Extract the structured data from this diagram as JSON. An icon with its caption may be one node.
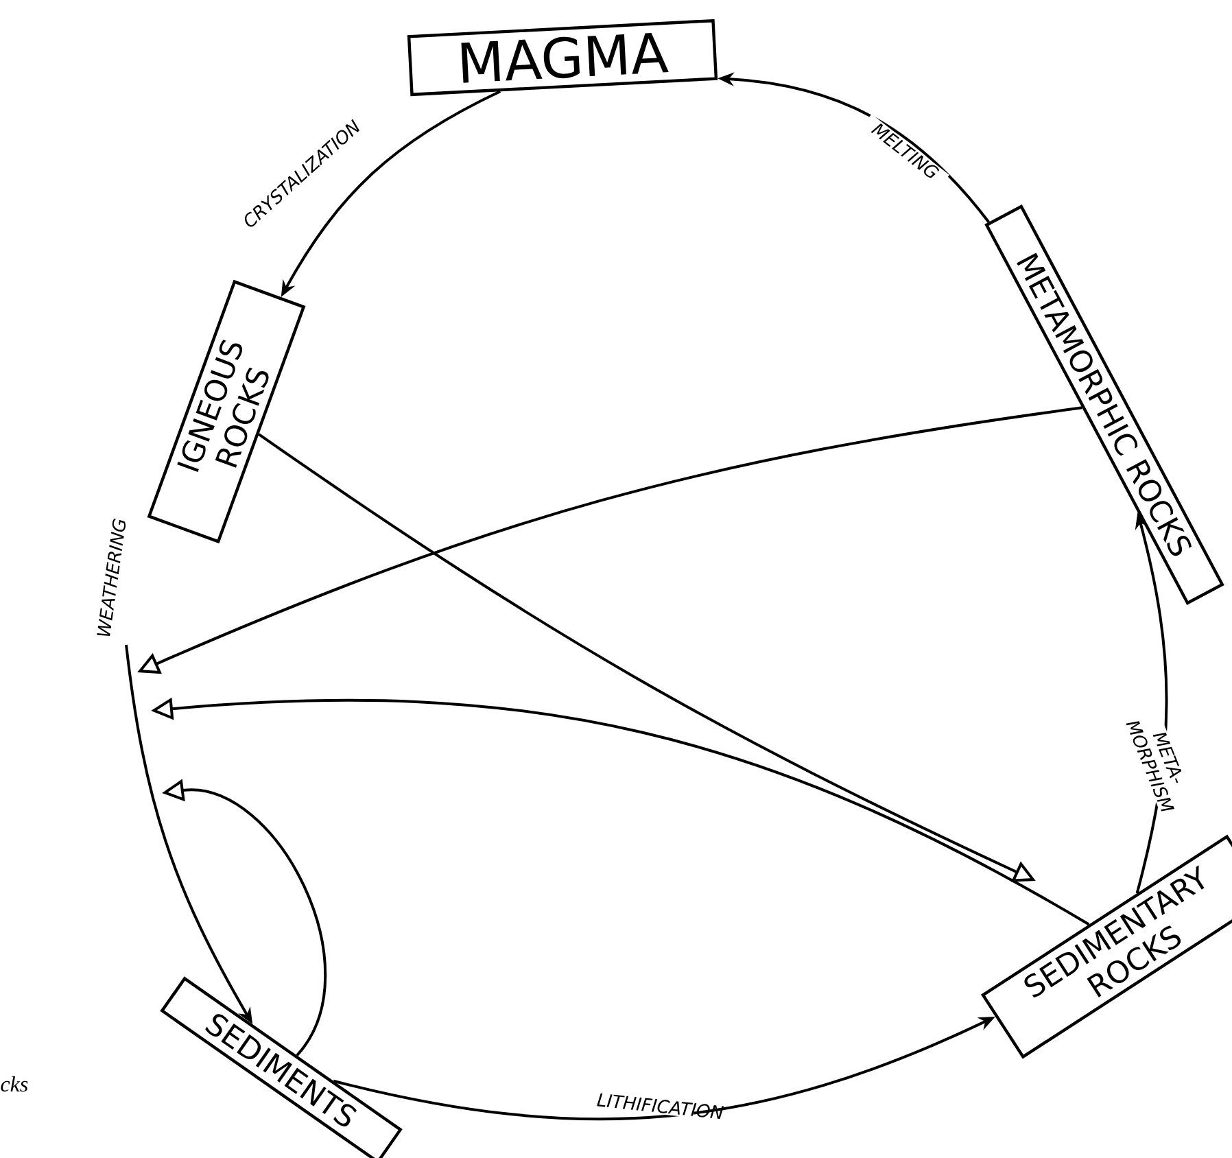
{
  "diagram": {
    "nodes": [
      {
        "text": [
          "MAGMA"
        ]
      },
      {
        "text": [
          "IGNEOUS ROCKS"
        ]
      },
      {
        "text": [
          "METAMORPHIC ROCKS"
        ]
      },
      {
        "text": [
          "SEDIMENTARY ROCKS"
        ]
      },
      {
        "text": [
          "SEDIMENTS"
        ]
      }
    ],
    "edges": [
      {
        "from": 0,
        "to": 1,
        "arrow": "to",
        "label": "CRYSTALIZATION"
      },
      {
        "from": 2,
        "to": 0,
        "arrow": "to",
        "label": "MELTING"
      },
      {
        "from": 3,
        "to": 2,
        "arrow": "to",
        "label": "META- MORPHISM"
      },
      {
        "from": 4,
        "to": 3,
        "arrow": "to",
        "label": "LITHIFICATION"
      },
      {
        "from": null,
        "to": 4,
        "arrow": "to",
        "label": "WEATHERING"
      },
      {
        "from": 1,
        "to": null,
        "arrow": "to"
      },
      {
        "from": 2,
        "to": null,
        "arrow": "to"
      },
      {
        "from": 3,
        "to": null,
        "arrow": "to"
      },
      {
        "from": 4,
        "to": null,
        "arrow": "to"
      }
    ],
    "labels": [
      "cks"
    ]
  }
}
